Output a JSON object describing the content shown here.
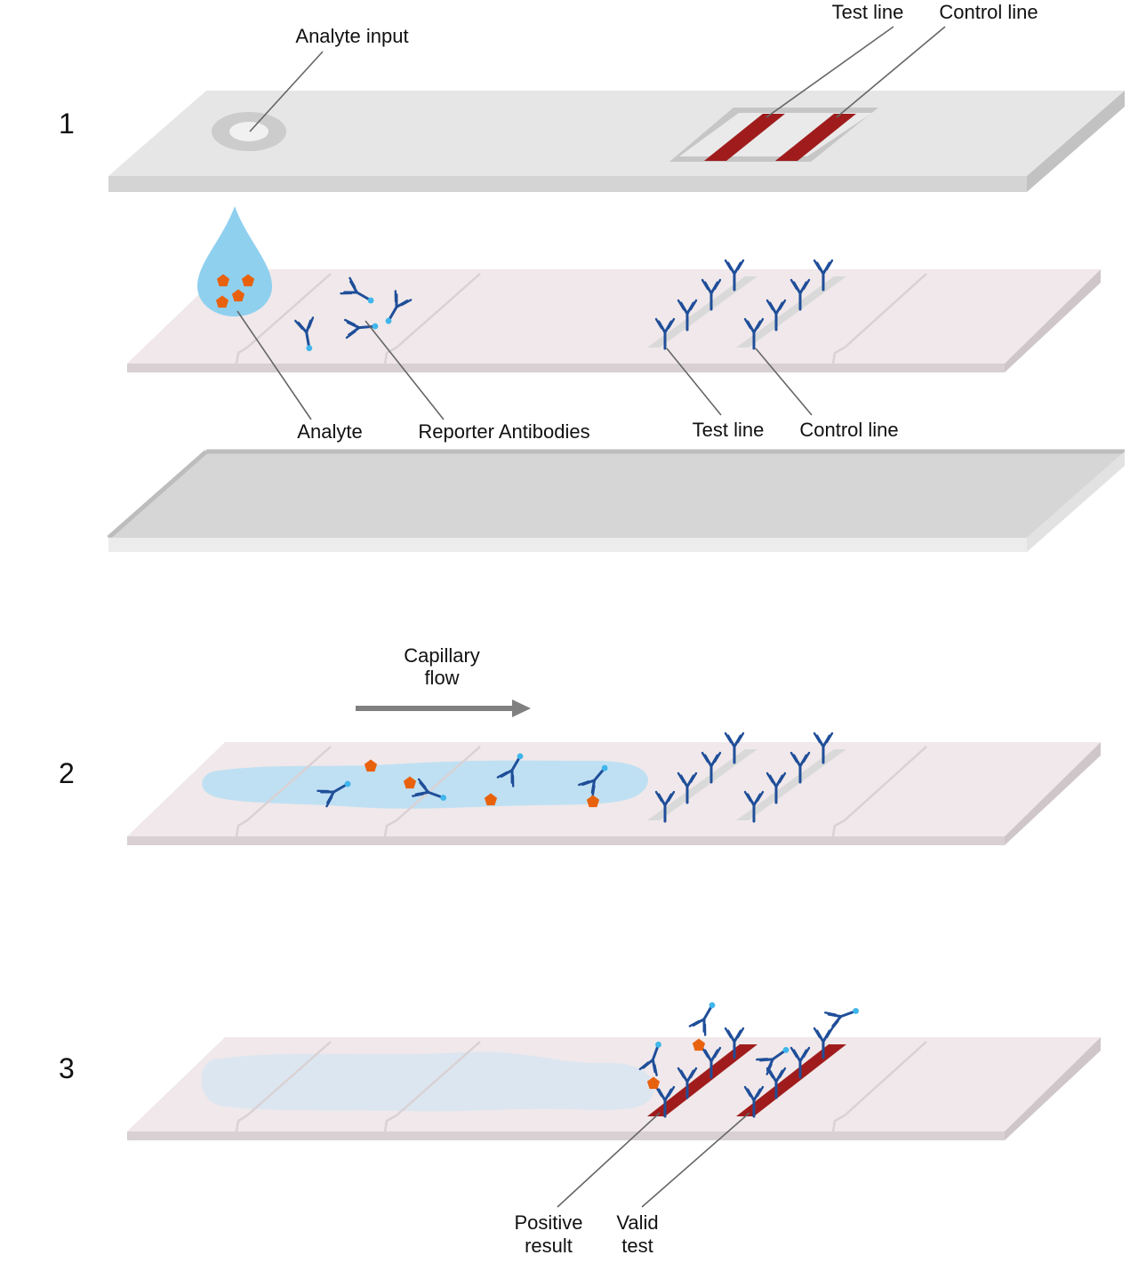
{
  "steps": [
    "1",
    "2",
    "3"
  ],
  "labels": {
    "analyte_input": "Analyte input",
    "test_line_top": "Test line",
    "control_line_top": "Control line",
    "analyte": "Analyte",
    "reporter_antibodies": "Reporter Antibodies",
    "test_line_mid": "Test line",
    "control_line_mid": "Control line",
    "capillary_flow_1": "Capillary",
    "capillary_flow_2": "flow",
    "positive_result_1": "Positive",
    "positive_result_2": "result",
    "valid_test_1": "Valid",
    "valid_test_2": "test"
  },
  "colors": {
    "housing": "#e6e6e6",
    "housing_edge": "#cfcfcf",
    "strip": "#f0e8ea",
    "strip_edge": "#d8d0d2",
    "backing": "#d6d6d6",
    "result_line": "#a01c1c",
    "antibody": "#1f4e99",
    "label_dot": "#3fb6ec",
    "analyte": "#e8620e",
    "liquid": "#bfe0f3",
    "droplet": "#8fd0ef",
    "arrow": "#808080"
  }
}
